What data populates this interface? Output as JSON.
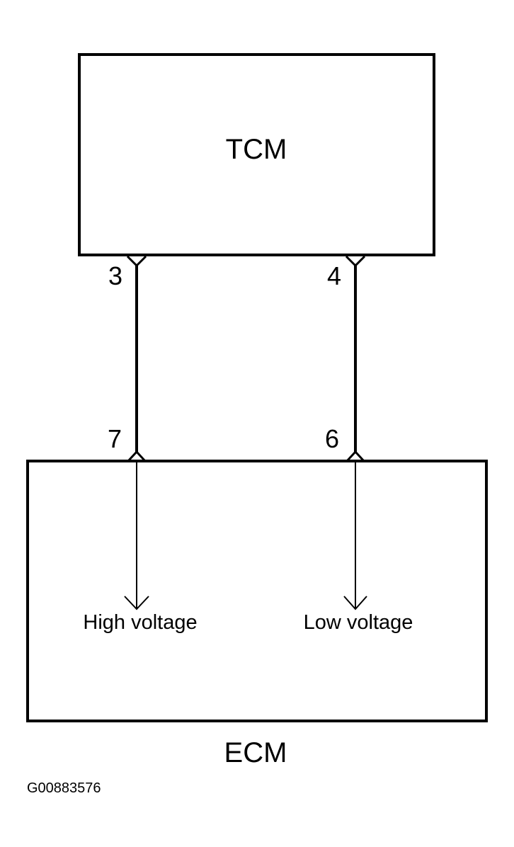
{
  "tcm": {
    "label": "TCM"
  },
  "ecm": {
    "label": "ECM"
  },
  "pins": {
    "tcm_left": "3",
    "tcm_right": "4",
    "ecm_left": "7",
    "ecm_right": "6"
  },
  "signals": {
    "left": "High voltage",
    "right": "Low voltage"
  },
  "figure_id": "G00883576",
  "colors": {
    "line": "#000000",
    "background": "#ffffff"
  }
}
